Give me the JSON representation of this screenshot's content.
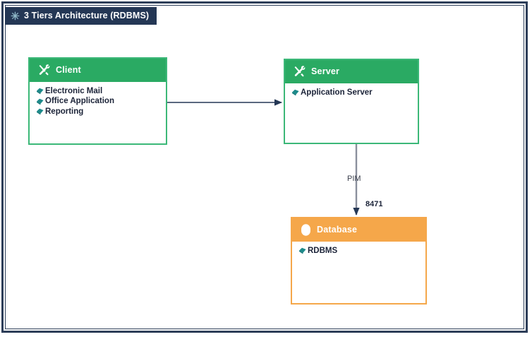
{
  "diagram": {
    "title": "3 Tiers Architecture (RDBMS)",
    "title_icon": "asterisk-icon",
    "colors": {
      "frame": "#2d3e59",
      "title_bar": "#243755",
      "green_header": "#2aaa63",
      "green_border": "#3cb878",
      "orange_header": "#f5a74a",
      "orange_border": "#f5a74a",
      "bullet": "#1c8a8a",
      "arrow": "#243755",
      "connector_line": "#8a8f9c"
    }
  },
  "nodes": [
    {
      "id": "client",
      "title": "Client",
      "icon": "tools-icon",
      "style": "green",
      "items": [
        {
          "label": "Electronic Mail",
          "icon": "diamond-bullet-icon"
        },
        {
          "label": "Office Application",
          "icon": "diamond-bullet-icon"
        },
        {
          "label": "Reporting",
          "icon": "diamond-bullet-icon"
        }
      ]
    },
    {
      "id": "server",
      "title": "Server",
      "icon": "tools-icon",
      "style": "green",
      "items": [
        {
          "label": "Application Server",
          "icon": "diamond-bullet-icon"
        }
      ]
    },
    {
      "id": "database",
      "title": "Database",
      "icon": "database-cylinder-icon",
      "style": "orange",
      "items": [
        {
          "label": "RDBMS",
          "icon": "diamond-bullet-icon"
        }
      ]
    }
  ],
  "connectors": [
    {
      "id": "client-to-server",
      "from": "client",
      "to": "server",
      "label": "",
      "port": ""
    },
    {
      "id": "server-to-database",
      "from": "server",
      "to": "database",
      "label": "PIM",
      "port": "8471"
    }
  ]
}
